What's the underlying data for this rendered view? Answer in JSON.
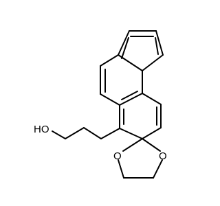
{
  "diagram": {
    "type": "structural-formula",
    "atoms": {
      "hydroxyl": "HO",
      "dioxolane_o_left": "O",
      "dioxolane_o_right": "O"
    },
    "colors": {
      "bond": "#000000",
      "text": "#000000",
      "background": "#ffffff"
    }
  }
}
